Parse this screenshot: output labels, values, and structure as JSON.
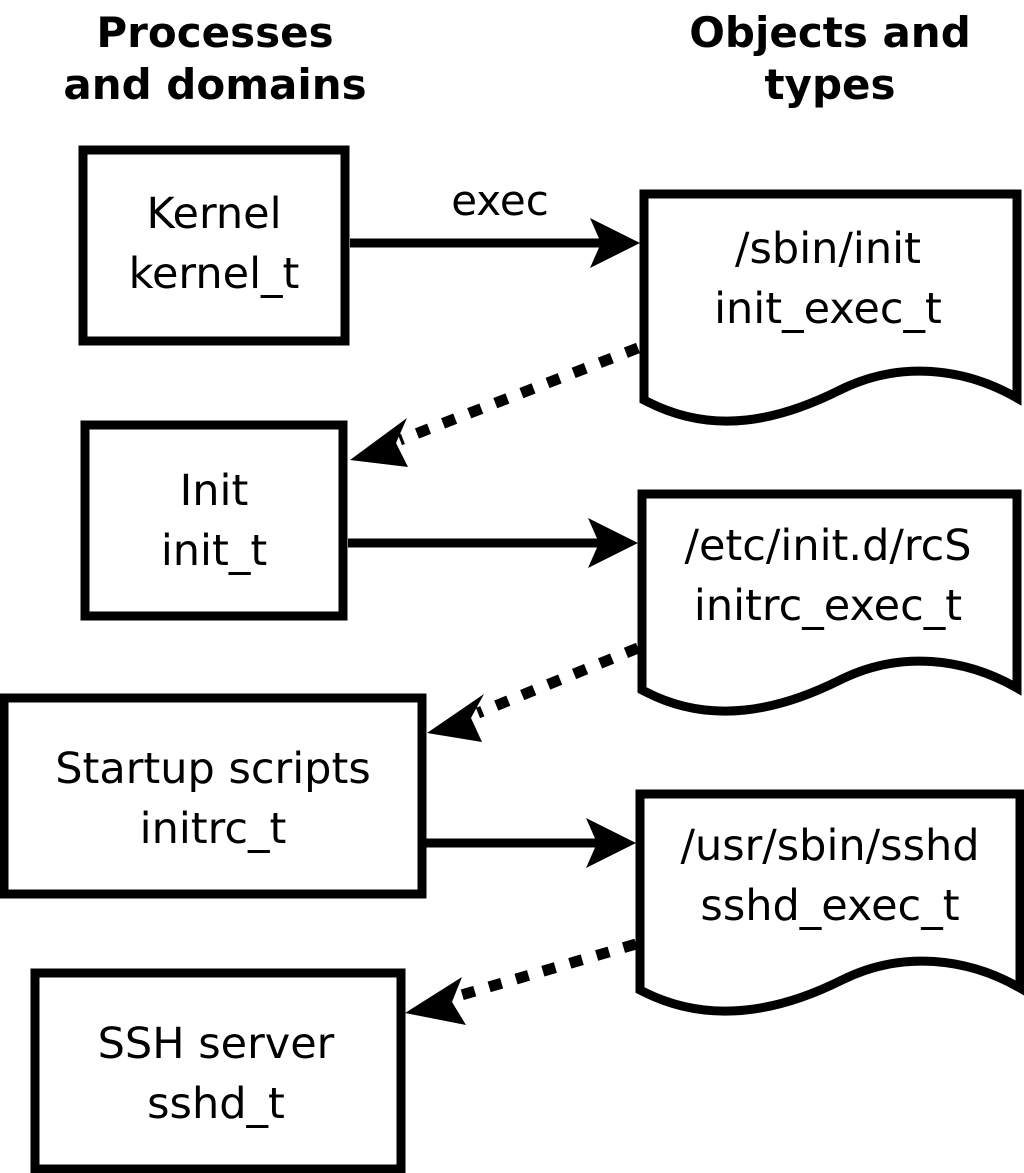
{
  "diagram": {
    "title_present": false,
    "columns": [
      {
        "id": "processes",
        "label_line1": "Processes",
        "label_line2": "and domains"
      },
      {
        "id": "objects",
        "label_line1": "Objects and",
        "label_line2": "types"
      }
    ],
    "colors": {
      "stroke": "#000000",
      "fill": "#ffffff",
      "text": "#000000"
    },
    "process_nodes": [
      {
        "id": "kernel",
        "name": "Kernel",
        "type": "kernel_t"
      },
      {
        "id": "init",
        "name": "Init",
        "type": "init_t"
      },
      {
        "id": "initrc",
        "name": "Startup scripts",
        "type": "initrc_t"
      },
      {
        "id": "sshd",
        "name": "SSH server",
        "type": "sshd_t"
      }
    ],
    "object_nodes": [
      {
        "id": "init_exec",
        "path": "/sbin/init",
        "type": "init_exec_t"
      },
      {
        "id": "initrc_exec",
        "path": "/etc/init.d/rcS",
        "type": "initrc_exec_t"
      },
      {
        "id": "sshd_exec",
        "path": "/usr/sbin/sshd",
        "type": "sshd_exec_t"
      }
    ],
    "edges": [
      {
        "id": "e1",
        "from": "kernel",
        "to": "init_exec",
        "style": "solid",
        "label": "exec"
      },
      {
        "id": "e2",
        "from": "init_exec",
        "to": "init",
        "style": "dashed",
        "label": ""
      },
      {
        "id": "e3",
        "from": "init",
        "to": "initrc_exec",
        "style": "solid",
        "label": ""
      },
      {
        "id": "e4",
        "from": "initrc_exec",
        "to": "initrc",
        "style": "dashed",
        "label": ""
      },
      {
        "id": "e5",
        "from": "initrc",
        "to": "sshd_exec",
        "style": "solid",
        "label": ""
      },
      {
        "id": "e6",
        "from": "sshd_exec",
        "to": "sshd",
        "style": "dashed",
        "label": ""
      }
    ]
  }
}
